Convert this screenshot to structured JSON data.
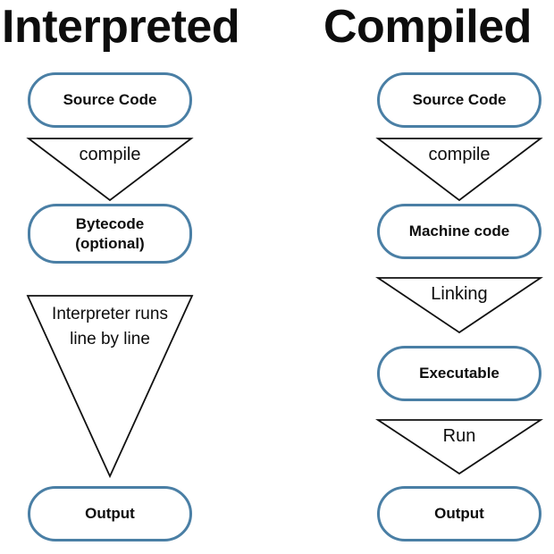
{
  "figure": {
    "background_color": "#ffffff",
    "box_border_color": "#4a7fa5",
    "line_color": "#111111",
    "text_color": "#0d0d0d"
  },
  "columns": [
    {
      "id": "interpreted",
      "heading": "Interpreted",
      "nodes": [
        {
          "id": "src",
          "label": "Source Code"
        },
        {
          "id": "bytecode",
          "label": "Bytecode\n(optional)"
        },
        {
          "id": "output",
          "label": "Output"
        }
      ],
      "connectors": [
        {
          "id": "compile",
          "label": "compile"
        },
        {
          "id": "interpret",
          "label": "Interpreter runs\nline by line"
        }
      ]
    },
    {
      "id": "compiled",
      "heading": "Compiled",
      "nodes": [
        {
          "id": "src",
          "label": "Source Code"
        },
        {
          "id": "machine",
          "label": "Machine code"
        },
        {
          "id": "exe",
          "label": "Executable"
        },
        {
          "id": "output",
          "label": "Output"
        }
      ],
      "connectors": [
        {
          "id": "compile",
          "label": "compile"
        },
        {
          "id": "linking",
          "label": "Linking"
        },
        {
          "id": "run",
          "label": "Run"
        }
      ]
    }
  ]
}
